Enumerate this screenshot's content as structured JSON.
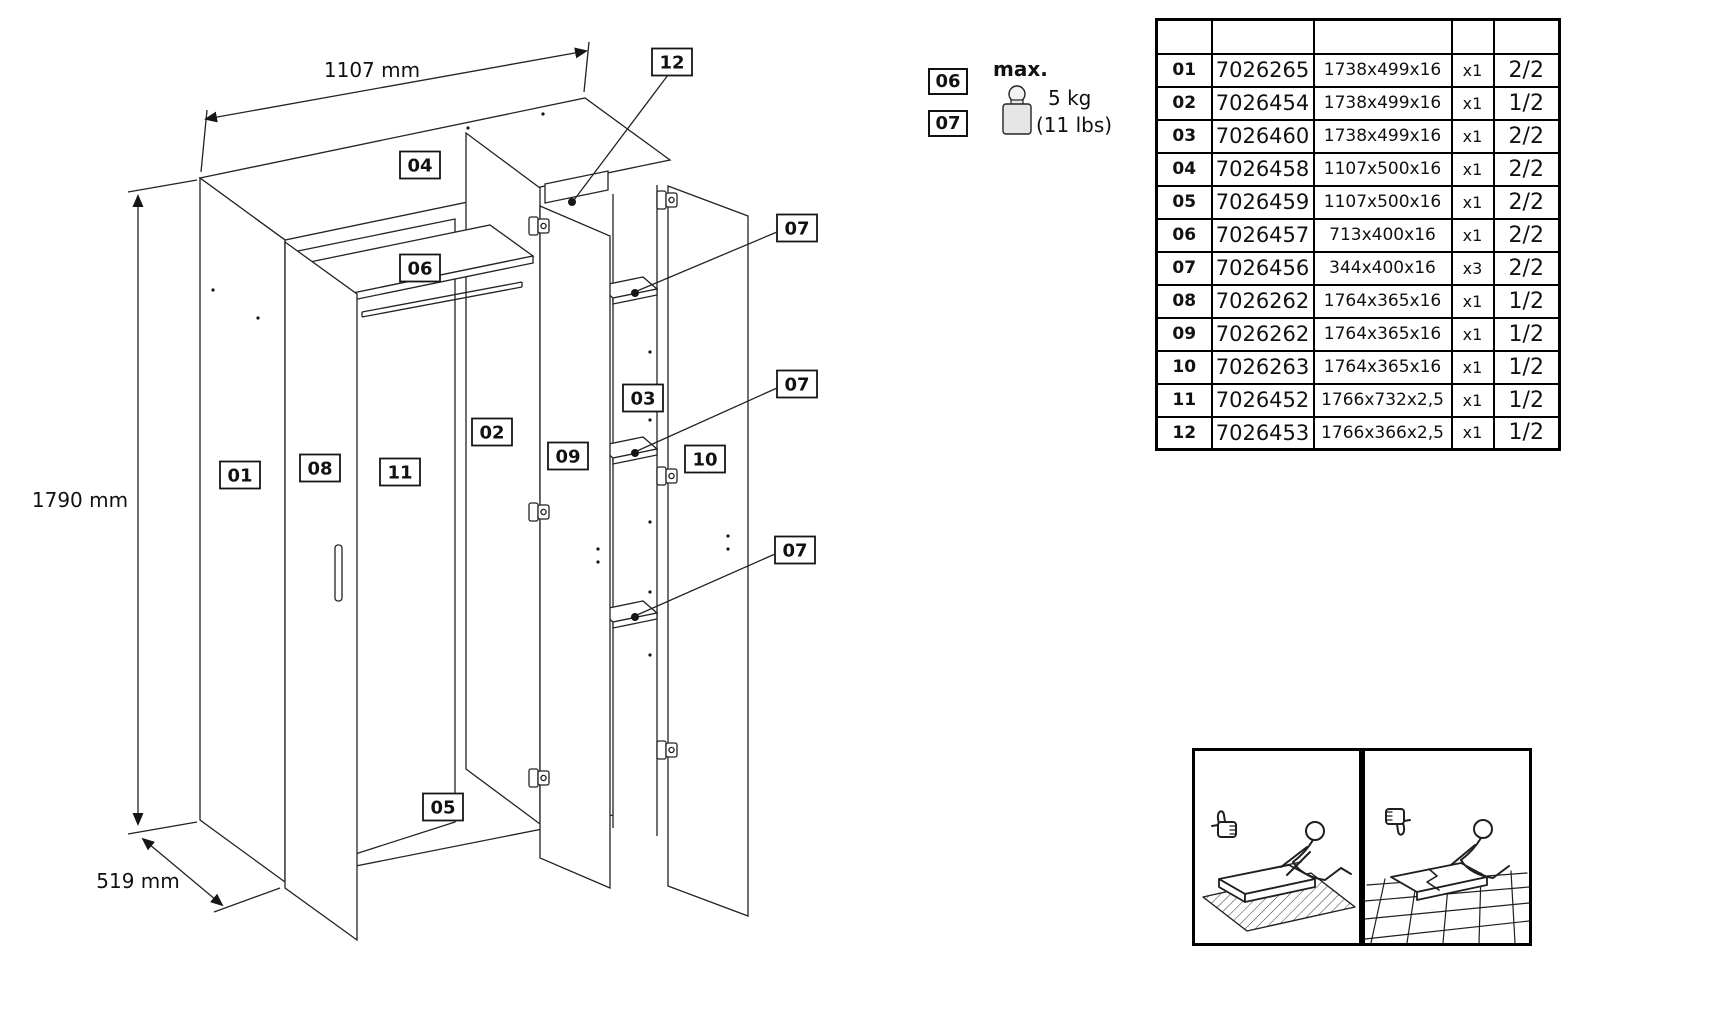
{
  "diagram": {
    "dims": {
      "width": "1107 mm",
      "height": "1790 mm",
      "depth": "519 mm"
    },
    "labels": {
      "p01": "01",
      "p02": "02",
      "p03": "03",
      "p04": "04",
      "p05": "05",
      "p06": "06",
      "p07": "07",
      "p08": "08",
      "p09": "09",
      "p10": "10",
      "p11": "11",
      "p12": "12"
    }
  },
  "weight_note": {
    "part_a": "06",
    "part_b": "07",
    "max_label": "max.",
    "weight_kg": "5 kg",
    "weight_lbs": "(11 lbs)"
  },
  "parts_table": {
    "rows": [
      {
        "no": "01",
        "code": "7026265",
        "size": "1738x499x16",
        "qty": "x1",
        "page": "2/2"
      },
      {
        "no": "02",
        "code": "7026454",
        "size": "1738x499x16",
        "qty": "x1",
        "page": "1/2"
      },
      {
        "no": "03",
        "code": "7026460",
        "size": "1738x499x16",
        "qty": "x1",
        "page": "2/2"
      },
      {
        "no": "04",
        "code": "7026458",
        "size": "1107x500x16",
        "qty": "x1",
        "page": "2/2"
      },
      {
        "no": "05",
        "code": "7026459",
        "size": "1107x500x16",
        "qty": "x1",
        "page": "2/2"
      },
      {
        "no": "06",
        "code": "7026457",
        "size": "713x400x16",
        "qty": "x1",
        "page": "2/2"
      },
      {
        "no": "07",
        "code": "7026456",
        "size": "344x400x16",
        "qty": "x3",
        "page": "2/2"
      },
      {
        "no": "08",
        "code": "7026262",
        "size": "1764x365x16",
        "qty": "x1",
        "page": "1/2"
      },
      {
        "no": "09",
        "code": "7026262",
        "size": "1764x365x16",
        "qty": "x1",
        "page": "1/2"
      },
      {
        "no": "10",
        "code": "7026263",
        "size": "1764x365x16",
        "qty": "x1",
        "page": "1/2"
      },
      {
        "no": "11",
        "code": "7026452",
        "size": "1766x732x2,5",
        "qty": "x1",
        "page": "1/2"
      },
      {
        "no": "12",
        "code": "7026453",
        "size": "1766x366x2,5",
        "qty": "x1",
        "page": "1/2"
      }
    ]
  },
  "icons": {
    "weight_icon": "weight-5kg-icon",
    "correct_pictogram": "assemble-on-soft-surface-thumbs-up",
    "incorrect_pictogram": "hard-floor-thumbs-down"
  }
}
